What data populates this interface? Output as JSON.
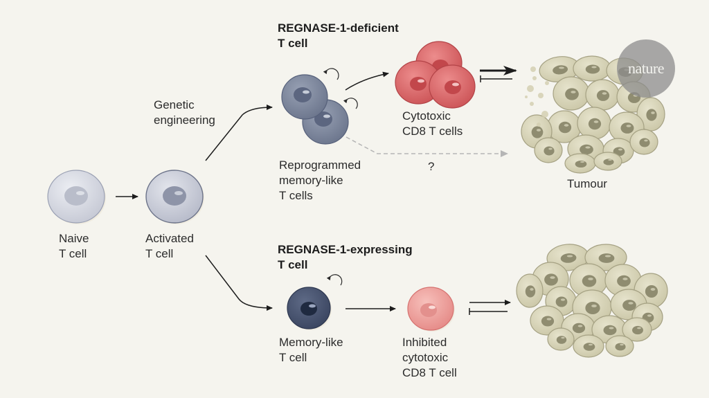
{
  "figure": {
    "headers": {
      "deficient": "REGNASE-1-deficient\nT cell",
      "expressing": "REGNASE-1-expressing\nT cell"
    },
    "labels": {
      "naive": "Naive\nT cell",
      "activated": "Activated\nT cell",
      "genetic_engineering": "Genetic\nengineering",
      "reprogrammed": "Reprogrammed\nmemory-like\nT cells",
      "cytotoxic_cd8": "Cytotoxic\nCD8 T cells",
      "unknown_path": "?",
      "tumour": "Tumour",
      "memory_like": "Memory-like\nT cell",
      "inhibited": "Inhibited\ncytotoxic\nCD8 T cell"
    },
    "logo": "nature",
    "colors": {
      "background": "#f5f4ee",
      "naive_cell": "#d7d9e2",
      "activated_cell": "#c9ccd8",
      "reprogrammed_cell": "#7d879c",
      "memory_cell": "#4a5672",
      "cytotoxic_cell": "#d9676a",
      "inhibited_cell": "#eda19e",
      "tumour_cell": "#d6d3b8",
      "tumour_nucleus": "#8f8c70",
      "arrow": "#1c1c1c",
      "dashed_arrow": "#b5b5b5"
    }
  }
}
